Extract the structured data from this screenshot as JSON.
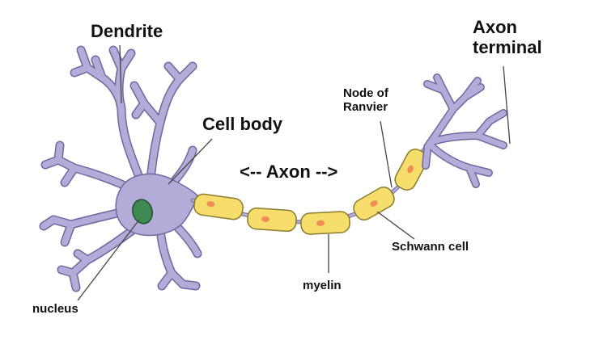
{
  "labels": {
    "dendrite": "Dendrite",
    "axon_terminal_line1": "Axon",
    "axon_terminal_line2": "terminal",
    "cell_body": "Cell body",
    "node_line1": "Node of",
    "node_line2": "Ranvier",
    "axon": "<-- Axon -->",
    "schwann_cell": "Schwann cell",
    "myelin": "myelin",
    "nucleus": "nucleus"
  },
  "colors": {
    "neuron_fill": "#b3acd8",
    "neuron_stroke": "#6f679e",
    "myelin_fill": "#f7dd6c",
    "myelin_stroke": "#8a7b2d",
    "schwann_nucleus": "#ef8d55",
    "nucleus_fill": "#3f8a52",
    "nucleus_stroke": "#1f4f2c",
    "leader_line": "#444444",
    "text": "#111111"
  }
}
